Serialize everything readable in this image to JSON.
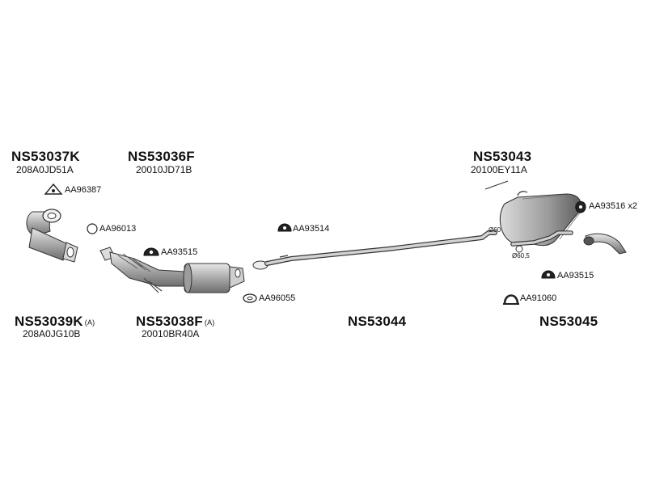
{
  "parts": {
    "ns53037k": {
      "code": "NS53037K",
      "ref": "208A0JD51A"
    },
    "ns53036f": {
      "code": "NS53036F",
      "ref": "20010JD71B"
    },
    "ns53043": {
      "code": "NS53043",
      "ref": "20100EY11A"
    },
    "ns53039k": {
      "code": "NS53039K",
      "suffix": "(A)",
      "ref": "208A0JG10B"
    },
    "ns53038f": {
      "code": "NS53038F",
      "suffix": "(A)",
      "ref": "20010BR40A"
    },
    "ns53044": {
      "code": "NS53044"
    },
    "ns53045": {
      "code": "NS53045"
    }
  },
  "accessories": {
    "aa96387": "AA96387",
    "aa96013": "AA96013",
    "aa93515_left": "AA93515",
    "aa93514": "AA93514",
    "aa96055": "AA96055",
    "aa93516": "AA93516 x2",
    "aa93515_right": "AA93515",
    "aa91060": "AA91060"
  },
  "dimensions": {
    "d60": "Ø60",
    "d60_5": "Ø60,5"
  },
  "colors": {
    "text": "#111111",
    "line": "#333333",
    "metal": "#bdbdbd",
    "metal_dark": "#6f6f6f"
  }
}
